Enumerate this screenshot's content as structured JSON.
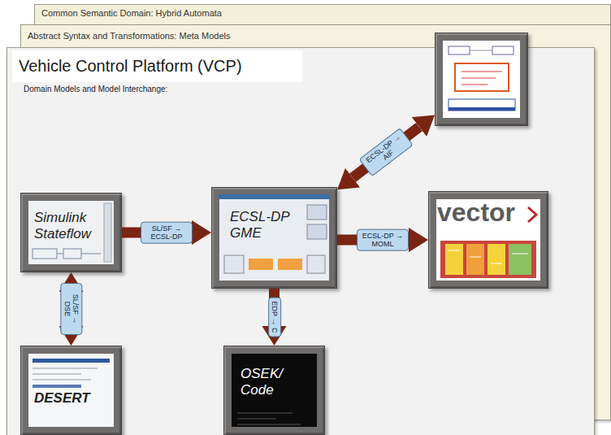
{
  "diagram": {
    "nodes": [
      {
        "text": [
          "Common Semantic Domain: Hybrid Automata"
        ]
      },
      {
        "text": [
          "Abstract Syntax and Transformations: Meta Models"
        ]
      },
      {
        "text": [
          "Vehicle Control Platform (VCP)",
          "Domain Models and Model Interchange:"
        ]
      },
      {
        "text": [],
        "in": 2
      },
      {
        "text": [
          "Simulink Stateflow"
        ],
        "in": 2
      },
      {
        "text": [
          "ECSL-DP GME"
        ],
        "in": 2
      },
      {
        "text": [
          "vector"
        ],
        "in": 2
      },
      {
        "text": [
          "DESERT"
        ],
        "in": 2
      },
      {
        "text": [
          "OSEK/ Code"
        ],
        "in": 2
      }
    ],
    "edges": [
      {
        "from": 4,
        "to": 5,
        "label": "SL/SF → ECSL-DP",
        "arrow": "to"
      },
      {
        "from": 5,
        "to": 3,
        "label": "ECSL-DP → AIF",
        "arrow": "both"
      },
      {
        "from": 5,
        "to": 6,
        "label": "ECSL-DP → MOML",
        "arrow": "to"
      },
      {
        "from": 4,
        "to": 7,
        "label": "SL/SF → DSE",
        "arrow": "both"
      },
      {
        "from": 5,
        "to": 8,
        "label": "EDP → C",
        "arrow": "to"
      }
    ]
  }
}
